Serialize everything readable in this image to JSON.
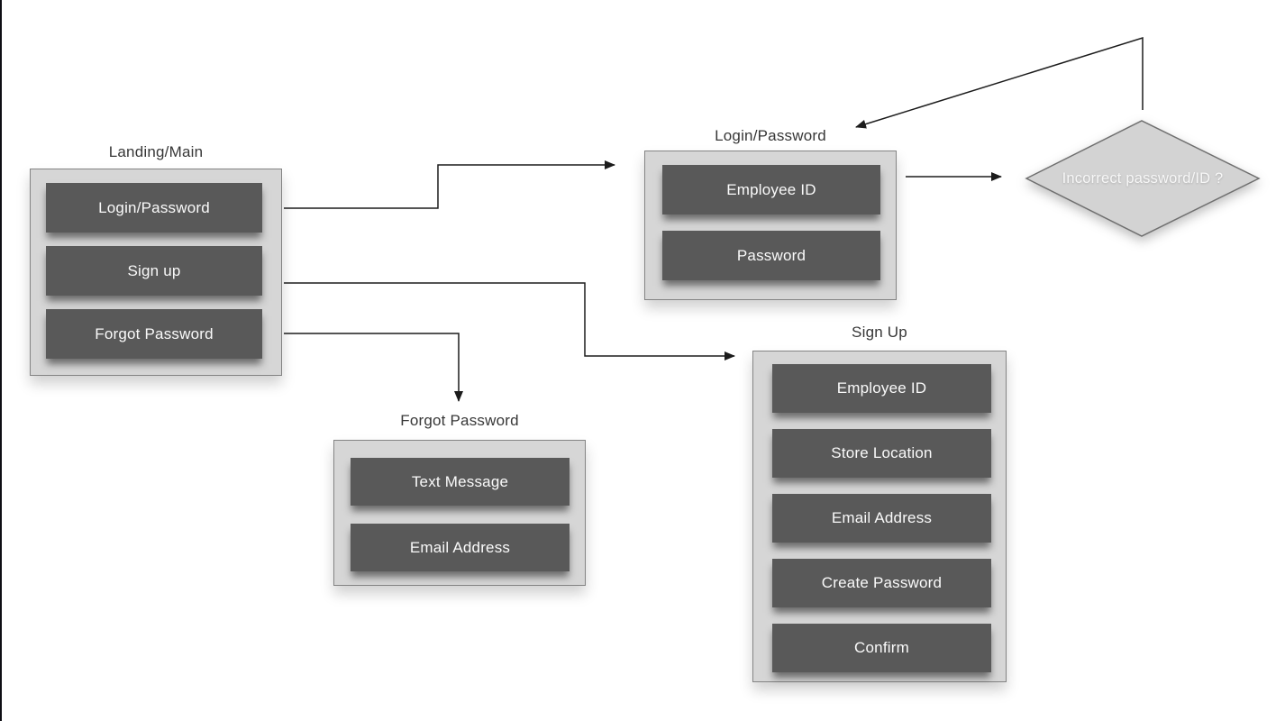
{
  "colors": {
    "page_bg": "#ffffff",
    "left_edge": "#0e0e14",
    "group_bg": "#d6d6d6",
    "group_border": "#848484",
    "button_bg": "#595959",
    "button_text": "#fafafa",
    "title_text": "#373737",
    "diamond_bg": "#d3d3d3",
    "diamond_border": "#6f6f6f",
    "diamond_text": "#f7f7f7",
    "arrow": "#1c1c1c"
  },
  "diagram": {
    "landing": {
      "title": "Landing/Main",
      "buttons": [
        "Login/Password",
        "Sign up",
        "Forgot Password"
      ]
    },
    "login": {
      "title": "Login/Password",
      "buttons": [
        "Employee ID",
        "Password"
      ]
    },
    "forgot": {
      "title": "Forgot Password",
      "buttons": [
        "Text Message",
        "Email Address"
      ]
    },
    "signup": {
      "title": "Sign Up",
      "buttons": [
        "Employee ID",
        "Store Location",
        "Email Address",
        "Create Password",
        "Confirm"
      ]
    },
    "decision": {
      "label": "Incorrect password/ID ?"
    }
  },
  "connections": [
    {
      "from": "landing-main/login-password-button",
      "to": "login-password-screen"
    },
    {
      "from": "landing-main/sign-up-button",
      "to": "sign-up-screen"
    },
    {
      "from": "landing-main/forgot-password-button",
      "to": "forgot-password-screen"
    },
    {
      "from": "login-password-screen",
      "to": "incorrect-password-decision"
    },
    {
      "from": "incorrect-password-decision",
      "to": "login-password-screen"
    }
  ]
}
